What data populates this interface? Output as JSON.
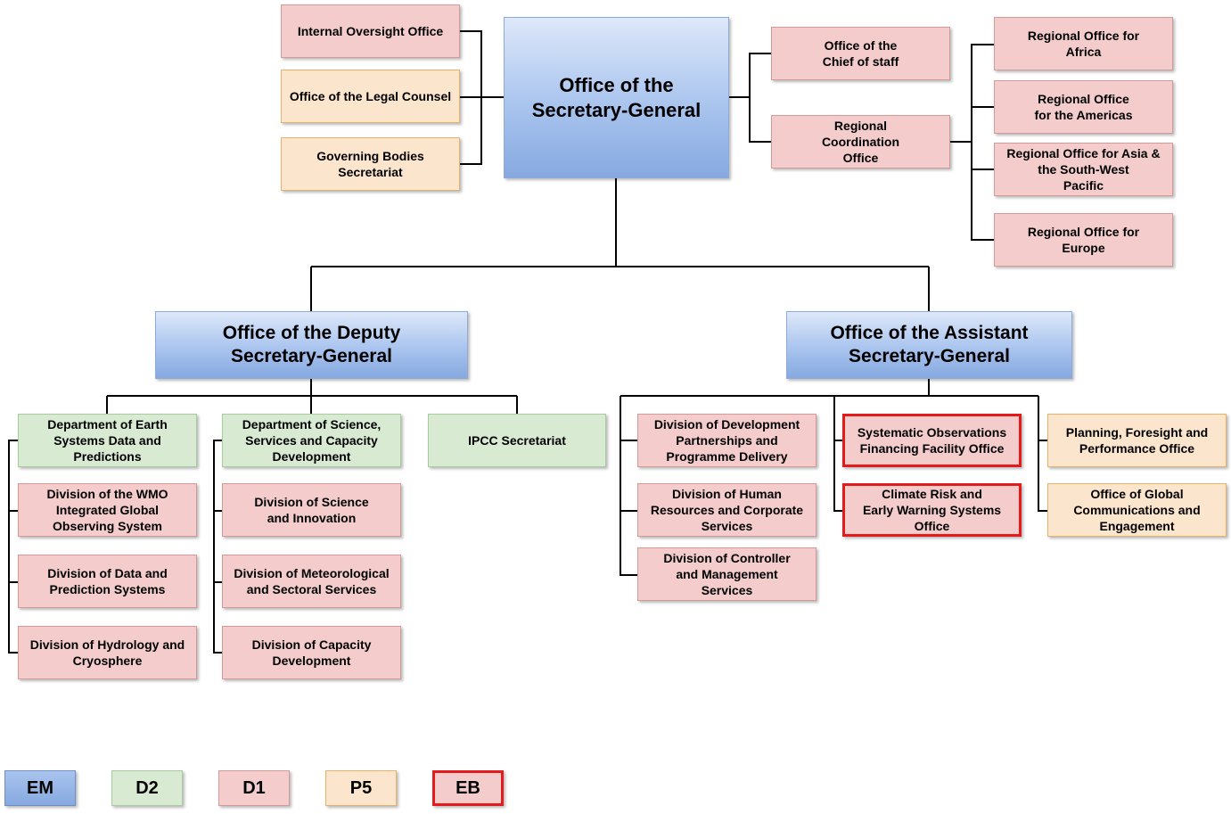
{
  "boxes": {
    "sg": "Office of the\nSecretary-General",
    "internal_oversight": "Internal Oversight Office",
    "legal_counsel": "Office of the Legal Counsel",
    "governing_bodies": "Governing Bodies\nSecretariat",
    "chief_of_staff": "Office of the\nChief of staff",
    "regional_coordination": "Regional\nCoordination\nOffice",
    "ro_africa": "Regional Office for\nAfrica",
    "ro_americas": "Regional Office\nfor the Americas",
    "ro_asia": "Regional Office for Asia &\nthe South-West\nPacific",
    "ro_europe": "Regional Office for\nEurope",
    "dsg": "Office of the Deputy\nSecretary-General",
    "asg": "Office of the Assistant\nSecretary-General",
    "dept_earth": "Department of Earth\nSystems Data and\nPredictions",
    "div_wigos": "Division of the WMO\nIntegrated Global\nObserving System",
    "div_data": "Division of Data and\nPrediction Systems",
    "div_hydro": "Division of Hydrology and\nCryosphere",
    "dept_science": "Department of Science,\nServices and Capacity\nDevelopment",
    "div_science": "Division of Science\nand Innovation",
    "div_met": "Division of Meteorological\nand Sectoral Services",
    "div_capacity": "Division of Capacity\nDevelopment",
    "ipcc": "IPCC Secretariat",
    "div_dev": "Division of Development\nPartnerships and\nProgramme Delivery",
    "div_hr": "Division of Human\nResources and Corporate\nServices",
    "div_controller": "Division of Controller\nand Management\nServices",
    "sofo": "Systematic Observations\nFinancing Facility Office",
    "crews": "Climate Risk and\nEarly Warning Systems\nOffice",
    "planning": "Planning, Foresight and\nPerformance Office",
    "communications": "Office of Global\nCommunications and\nEngagement"
  },
  "legend": [
    "EM",
    "D2",
    "D1",
    "P5",
    "EB"
  ],
  "colors": {
    "em": "#a9c4ee",
    "d2": "#d9ead3",
    "d1": "#f4cccc",
    "p5": "#fce5cd",
    "eb_border": "#e51b1b",
    "connector": "#000000"
  }
}
